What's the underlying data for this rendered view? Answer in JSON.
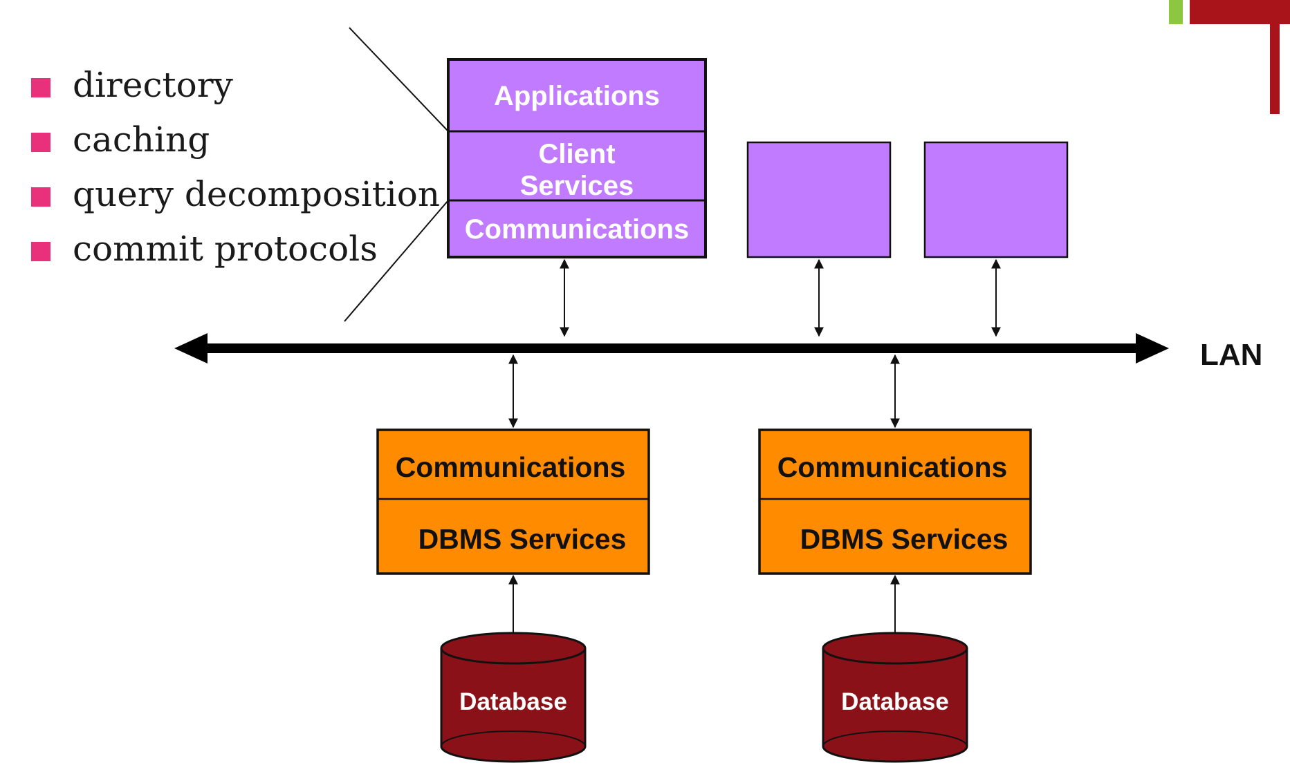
{
  "bullets": [
    "directory",
    "caching",
    "query decomposition",
    "commit protocols"
  ],
  "client": {
    "applications": "Applications",
    "client_services_line1": "Client",
    "client_services_line2": "Services",
    "communications": "Communications"
  },
  "lan_label": "LAN",
  "servers": [
    {
      "communications": "Communications",
      "dbms": "DBMS Services",
      "database": "Database"
    },
    {
      "communications": "Communications",
      "dbms": "DBMS Services",
      "database": "Database"
    }
  ],
  "colors": {
    "bullet": "#e8317a",
    "client_fill": "#c17bff",
    "server_fill": "#ff8c00",
    "database_fill": "#8b1119",
    "corner_red": "#a8141a",
    "corner_green": "#8dc63f"
  }
}
